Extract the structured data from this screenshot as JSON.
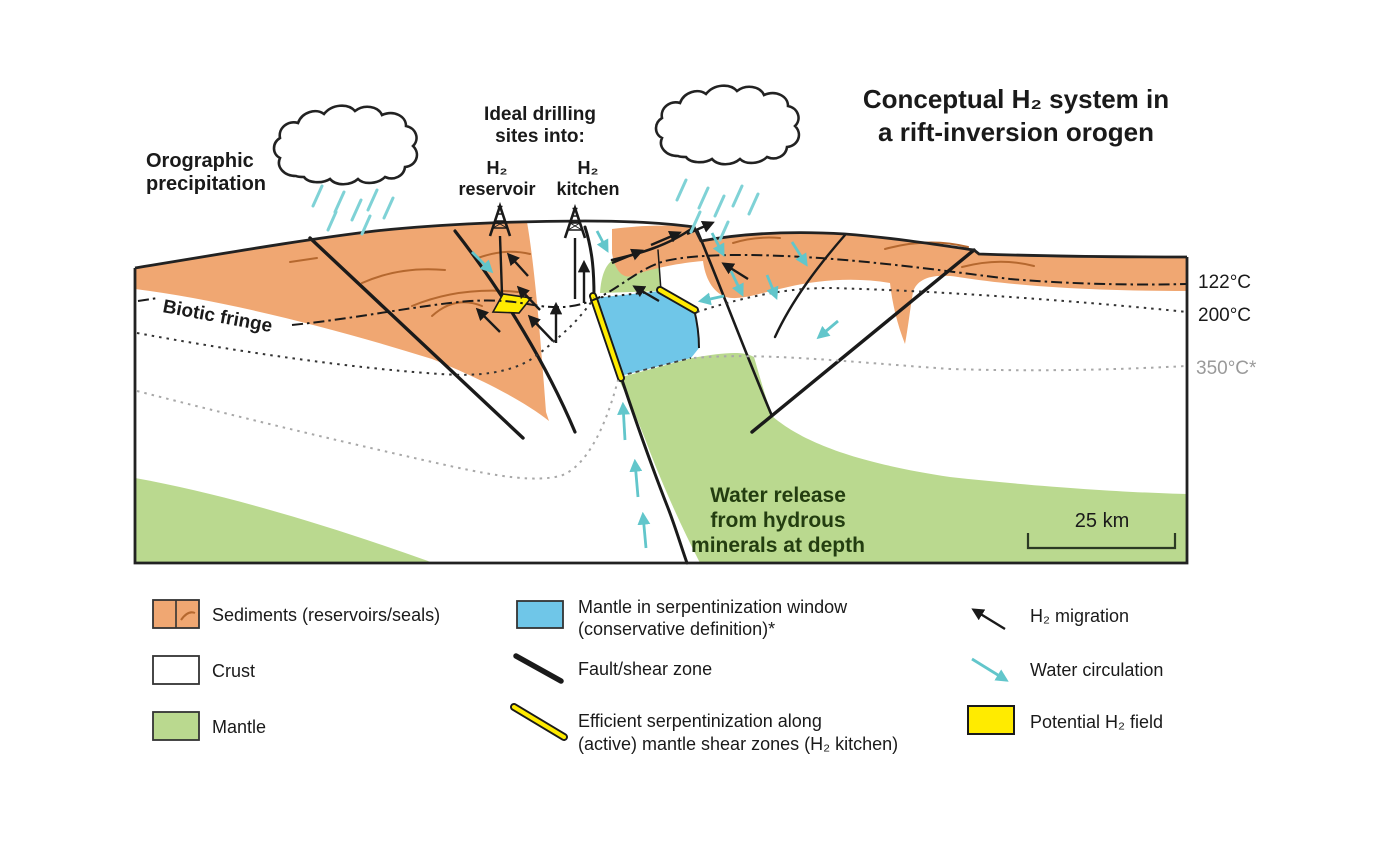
{
  "figure": {
    "title_line1": "Conceptual H₂ system in",
    "title_line2": "a rift-inversion orogen",
    "orographic_line1": "Orographic",
    "orographic_line2": "precipitation",
    "drilling_line1": "Ideal drilling",
    "drilling_line2": "sites into:",
    "well1_sub": "H₂",
    "well1_label": "reservoir",
    "well2_sub": "H₂",
    "well2_label": "kitchen",
    "biotic_fringe": "Biotic fringe",
    "temp_122": "122°C",
    "temp_200": "200°C",
    "temp_350": "350°C*",
    "water_line1": "Water release",
    "water_line2": "from hydrous",
    "water_line3": "minerals at depth",
    "scale_label": "25 km"
  },
  "legend": {
    "sediments": "Sediments (reservoirs/seals)",
    "crust": "Crust",
    "mantle": "Mantle",
    "serp_window_line1": "Mantle in serpentinization window",
    "serp_window_line2": "(conservative definition)*",
    "fault": "Fault/shear zone",
    "efficient_line1": "Efficient serpentinization along",
    "efficient_line2": "(active) mantle shear zones (H₂ kitchen)",
    "h2_migration": "H₂ migration",
    "water_circulation": "Water circulation",
    "potential_field": "Potential H₂ field"
  },
  "colors": {
    "sediments": "#F0A772",
    "crust": "#FFFFFF",
    "mantle": "#BAD98F",
    "serpentinization_window": "#6FC6E8",
    "potential_h2_field": "#FFEB00",
    "water_arrow": "#62C6CB",
    "rain": "#7FD2D6",
    "h2_arrow": "#1A1A1A",
    "temp_gray": "#9A9A9A",
    "sediment_bedding": "#B5682F",
    "text": "#1A1A1A",
    "water_text": "#233D10"
  }
}
